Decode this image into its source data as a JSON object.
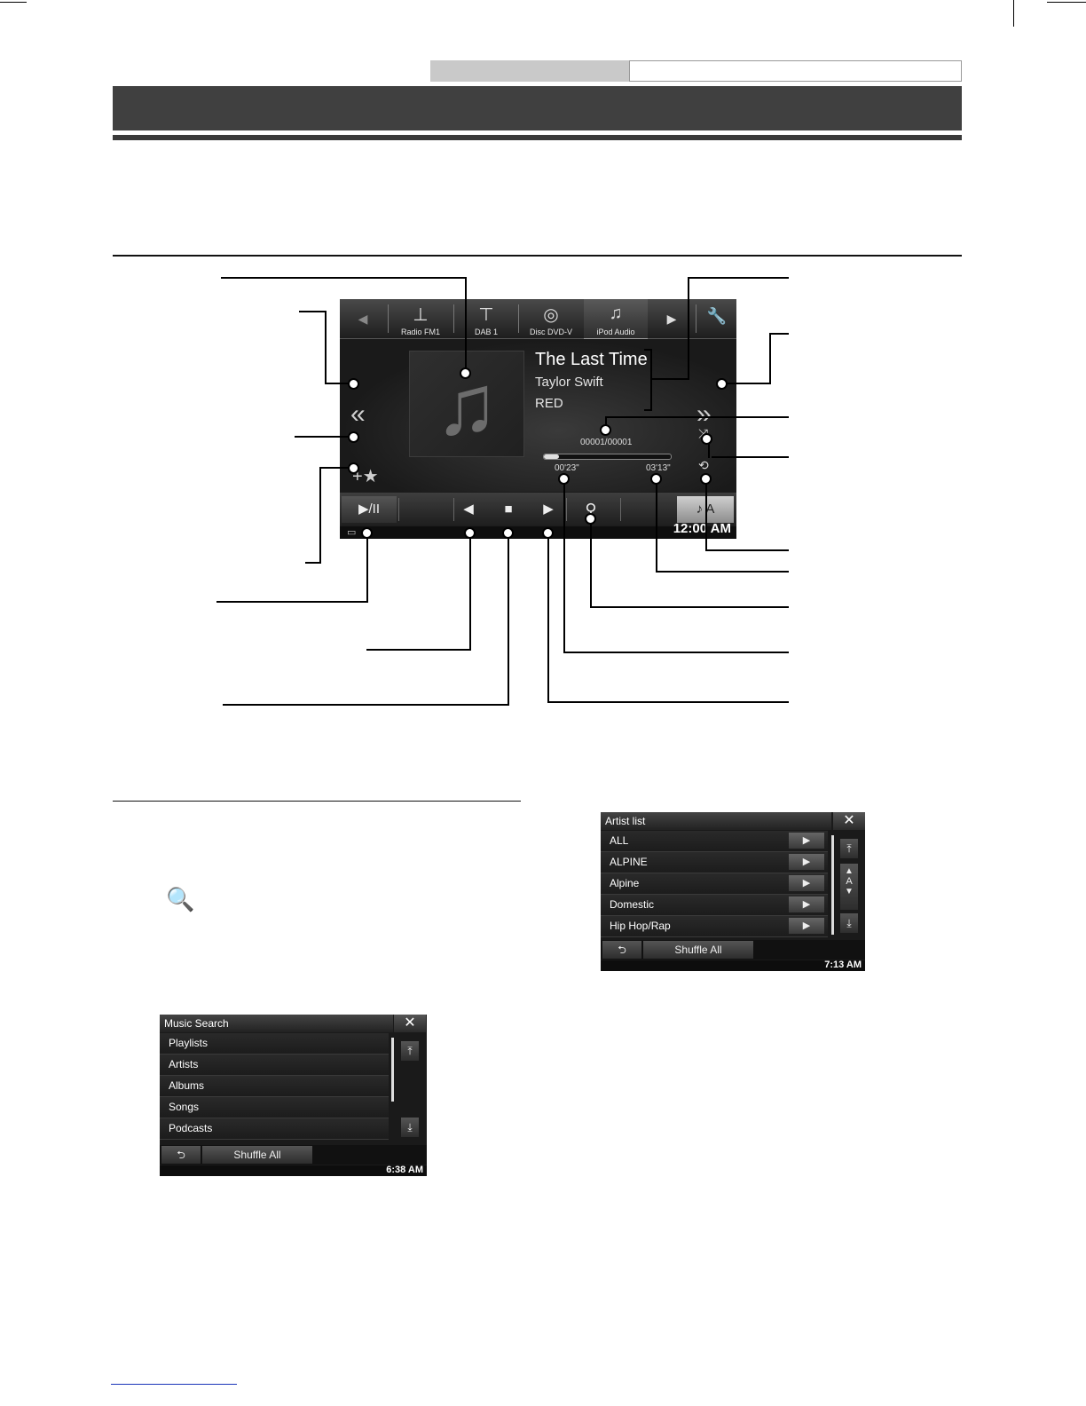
{
  "player": {
    "sources": [
      {
        "label": "",
        "icon": "left-arrow-icon"
      },
      {
        "label": "Radio FM1",
        "icon": "antenna-icon"
      },
      {
        "label": "DAB 1",
        "icon": "dab-antenna-icon"
      },
      {
        "label": "Disc DVD-V",
        "icon": "disc-icon"
      },
      {
        "label": "iPod Audio",
        "icon": "music-note-icon"
      },
      {
        "label": "",
        "icon": "right-arrow-icon"
      }
    ],
    "song_title": "The Last Time",
    "artist": "Taylor Swift",
    "album": "RED",
    "track_count": "00001/00001",
    "elapsed": "00'23\"",
    "total": "03'13\"",
    "progress": 0.12,
    "clock": "12:00 AM",
    "icons": {
      "note": "♫",
      "prev_album": "«",
      "next_album": "»",
      "favorite": "+★",
      "list": "⋮☰",
      "shuffle": "⤨",
      "repeat": "⟲",
      "play_pause": "▶/II",
      "prev": "◀",
      "stop": "■",
      "next": "▶",
      "search": "⚲",
      "artwork": "♪ A",
      "display": "▭",
      "src_left": "◀",
      "src_right": "▶",
      "antenna": "⊥",
      "dab": "⊤",
      "disc": "◎",
      "ipod": "♫",
      "settings": "🔧"
    }
  },
  "search_glyph": "🔍",
  "music_search": {
    "title": "Music Search",
    "close": "✕",
    "items": [
      "Playlists",
      "Artists",
      "Albums",
      "Songs",
      "Podcasts"
    ],
    "scroll_top": "⤒",
    "scroll_bottom": "⤓",
    "back": "⮌",
    "shuffle_all": "Shuffle All",
    "clock": "6:38 AM"
  },
  "artist_list": {
    "title": "Artist list",
    "close": "✕",
    "items": [
      "ALL",
      "ALPINE",
      "Alpine",
      "Domestic",
      "Hip Hop/Rap"
    ],
    "arrow": "▶",
    "scroll_top": "⤒",
    "scroll_up": "▲",
    "alpha": "A",
    "scroll_down": "▼",
    "scroll_bottom": "⤓",
    "back": "⮌",
    "shuffle_all": "Shuffle All",
    "clock": "7:13 AM"
  }
}
